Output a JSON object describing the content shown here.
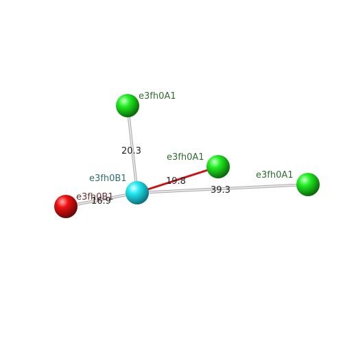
{
  "colors": {
    "background": "#ffffff",
    "green_node": "#22dd22",
    "cyan_node": "#22e0ee",
    "red_node": "#ee1111",
    "grey_bond": "#cfcfcf",
    "red_bond": "#cc1111"
  },
  "nodes": [
    {
      "id": "n_top",
      "label": "e3fh0A1",
      "color": "green"
    },
    {
      "id": "n_mid",
      "label": "e3fh0A1",
      "color": "green"
    },
    {
      "id": "n_right",
      "label": "e3fh0A1",
      "color": "green"
    },
    {
      "id": "n_center",
      "label": "e3fh0B1",
      "color": "cyan"
    },
    {
      "id": "n_left",
      "label": "e3fh0B1",
      "color": "red"
    }
  ],
  "edges": [
    {
      "from": "n_center",
      "to": "n_top",
      "distance": "20.3",
      "style": "grey"
    },
    {
      "from": "n_center",
      "to": "n_mid",
      "distance": "19.8",
      "style": "red"
    },
    {
      "from": "n_center",
      "to": "n_right",
      "distance": "39.3",
      "style": "grey"
    },
    {
      "from": "n_center",
      "to": "n_left",
      "distance": "16.9",
      "style": "grey"
    }
  ]
}
